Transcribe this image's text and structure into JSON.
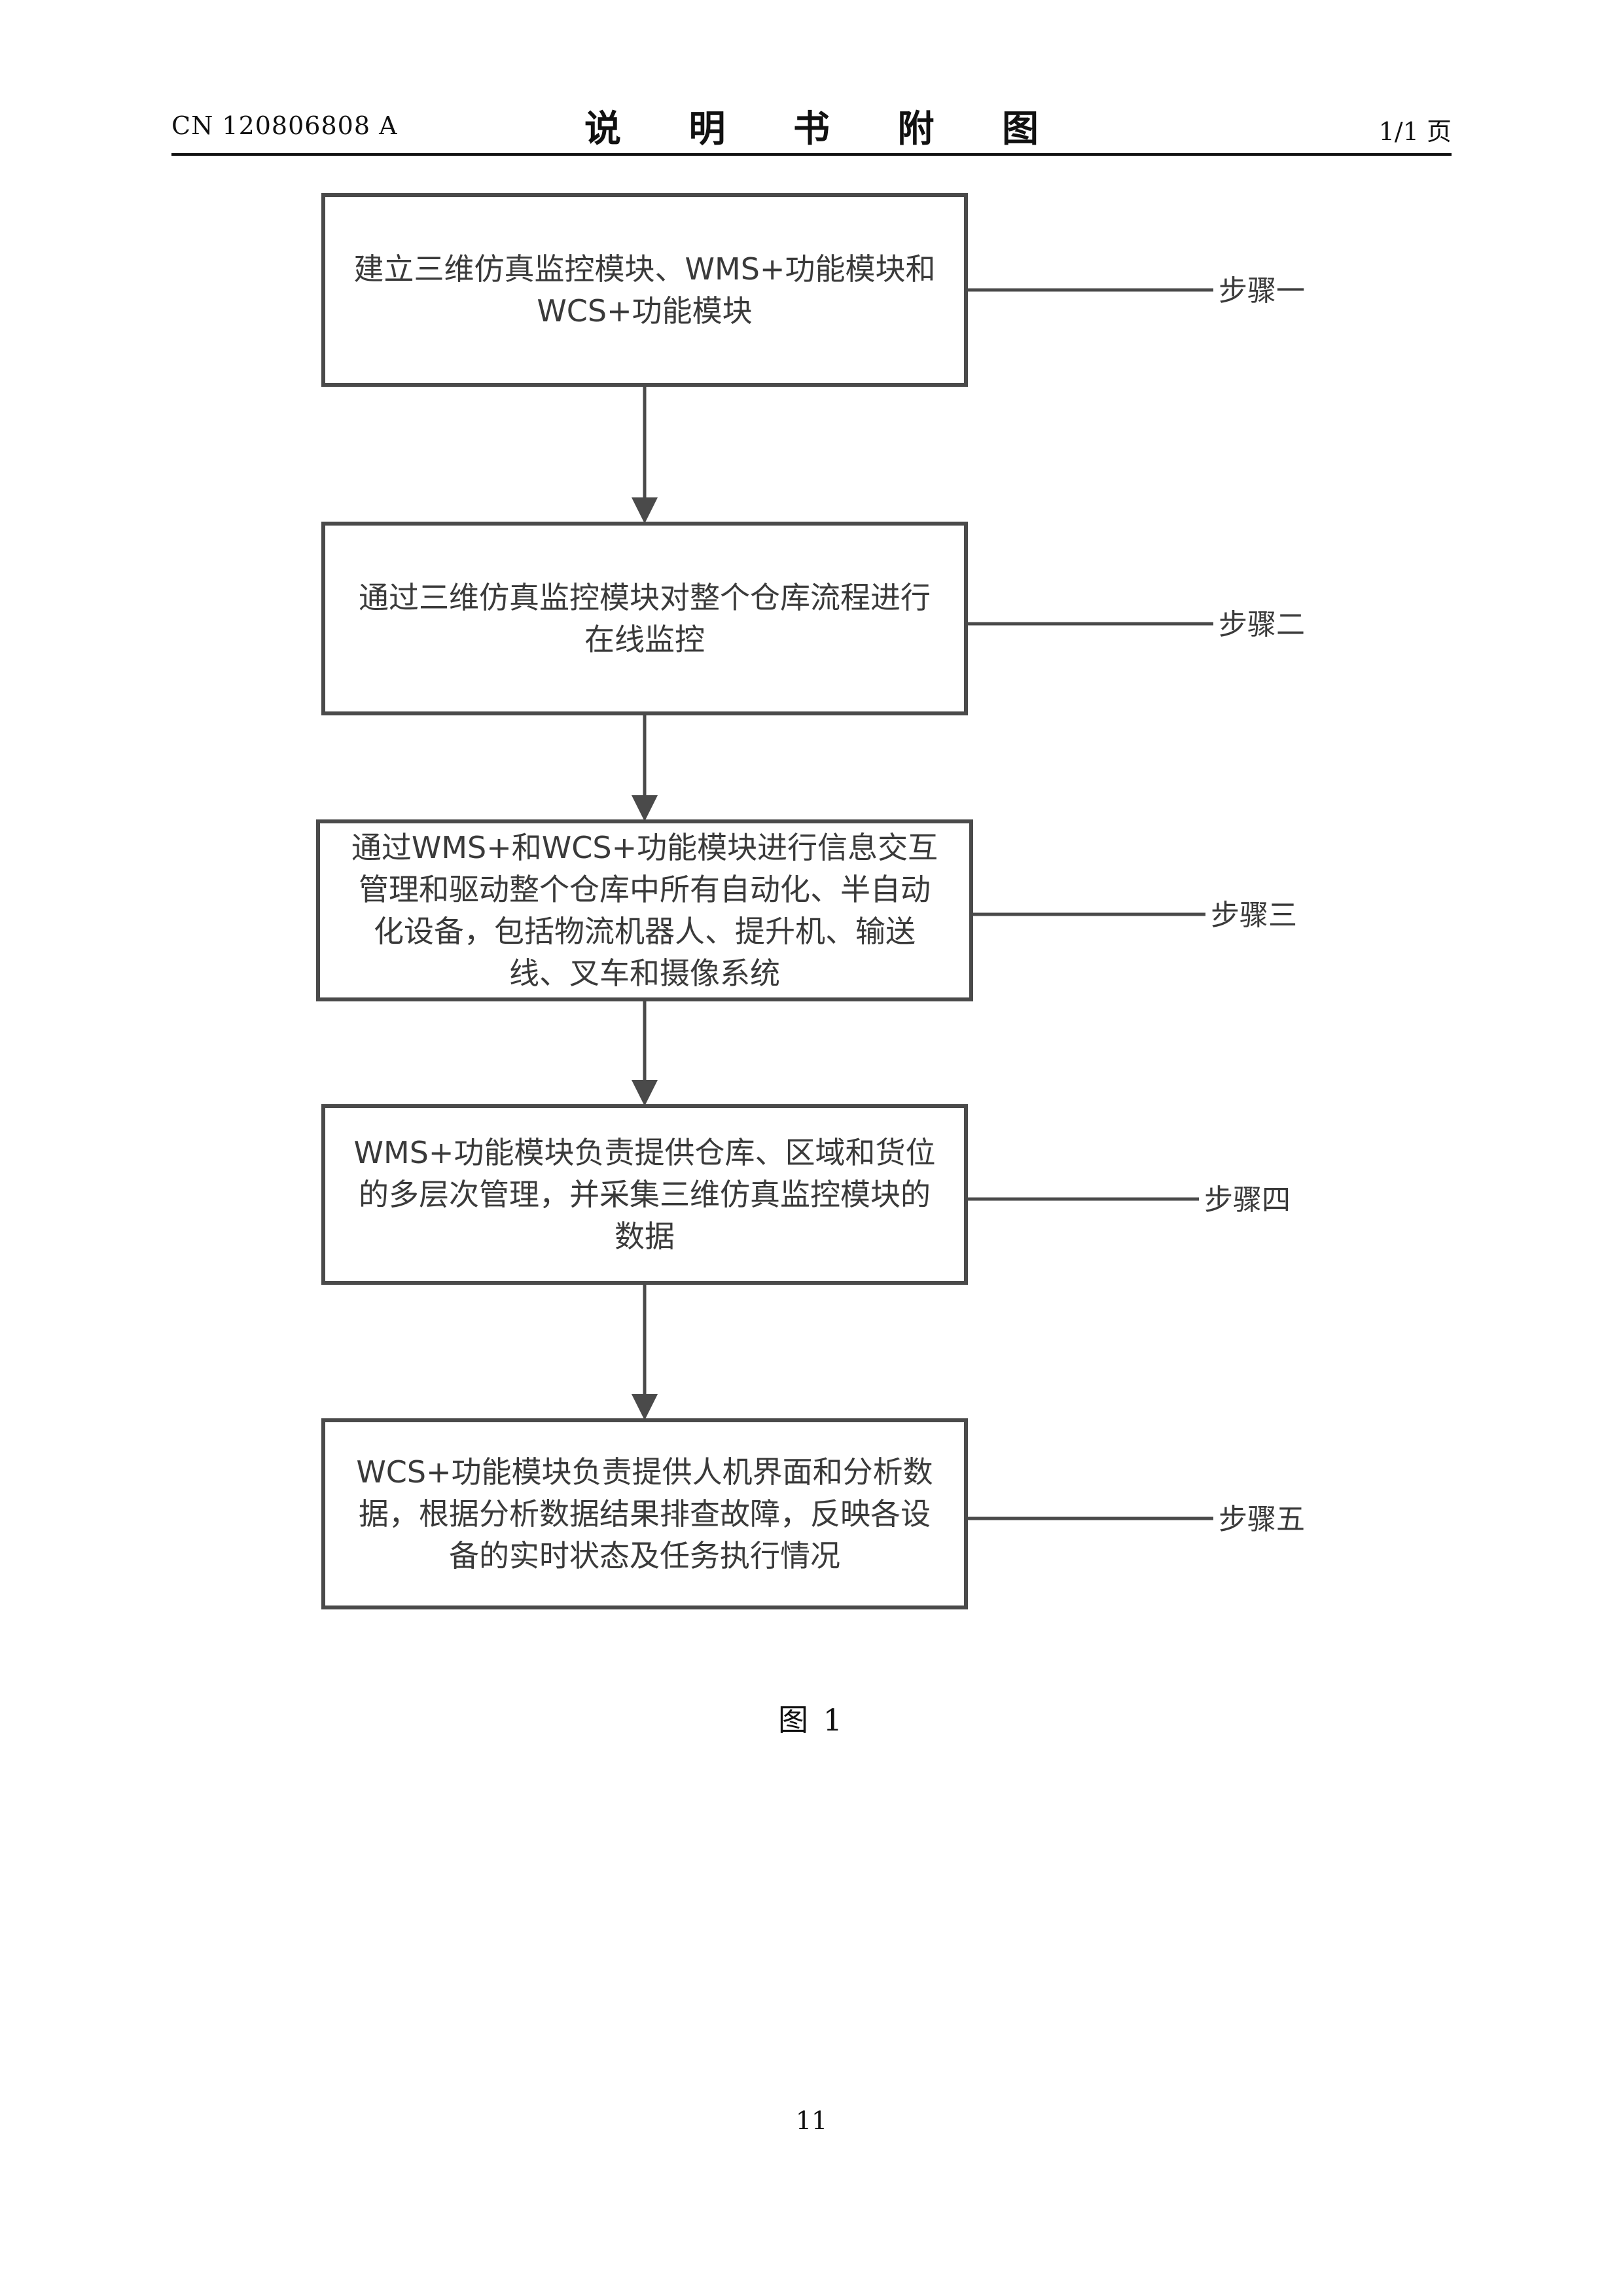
{
  "header": {
    "publication_number": "CN 120806808 A",
    "title": "说 明 书 附 图",
    "page_indicator": "1/1 页"
  },
  "flowchart": {
    "steps": [
      {
        "lines": [
          "建立三维仿真监控模块、WMS+功能模块和",
          "WCS+功能模块"
        ],
        "label": "步骤一"
      },
      {
        "lines": [
          "通过三维仿真监控模块对整个仓库流程进行",
          "在线监控"
        ],
        "label": "步骤二"
      },
      {
        "lines": [
          "通过WMS+和WCS+功能模块进行信息交互",
          "管理和驱动整个仓库中所有自动化、半自动",
          "化设备，包括物流机器人、提升机、输送",
          "线、叉车和摄像系统"
        ],
        "label": "步骤三"
      },
      {
        "lines": [
          "WMS+功能模块负责提供仓库、区域和货位",
          "的多层次管理，并采集三维仿真监控模块的",
          "数据"
        ],
        "label": "步骤四"
      },
      {
        "lines": [
          "WCS+功能模块负责提供人机界面和分析数",
          "据，根据分析数据结果排查故障，反映各设",
          "备的实时状态及任务执行情况"
        ],
        "label": "步骤五"
      }
    ]
  },
  "figure_caption": "图 1",
  "page_number": "11",
  "colors": {
    "line": "#4a4a4a",
    "text": "#3a3a3a"
  }
}
